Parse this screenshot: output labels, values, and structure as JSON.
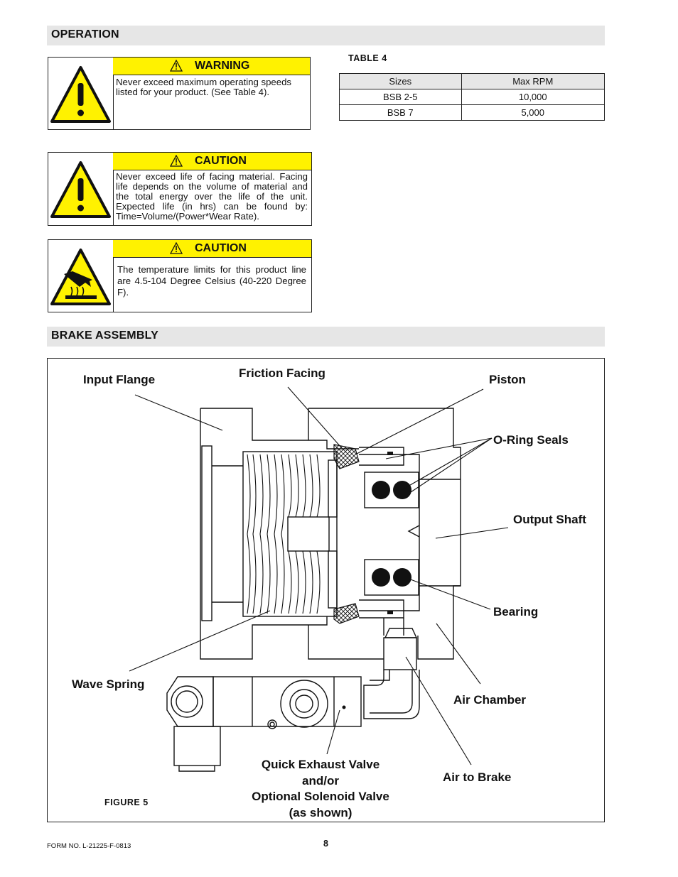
{
  "operation": {
    "title": "OPERATION"
  },
  "warning": {
    "label": "WARNING",
    "text": "Never exceed maximum operating speeds listed for your product.  (See Table 4)."
  },
  "caution1": {
    "label": "CAUTION",
    "text": "Never exceed life of facing material. Facing life depends on the volume of material and the total energy over the life of the unit. Expected life (in hrs) can be found by: Time=Volume/(Power*Wear Rate)."
  },
  "caution2": {
    "label": "CAUTION",
    "text": "The temperature limits for this product line are 4.5-104 Degree Celsius (40-220 Degree F)."
  },
  "table": {
    "caption": "TABLE  4",
    "headers": [
      "Sizes",
      "Max RPM"
    ],
    "rows": [
      [
        "BSB 2-5",
        "10,000"
      ],
      [
        "BSB 7",
        "5,000"
      ]
    ]
  },
  "brake_assembly": {
    "title": "BRAKE ASSEMBLY",
    "figure_caption": "FIGURE  5",
    "labels": {
      "input_flange": "Input Flange",
      "friction_facing": "Friction Facing",
      "piston": "Piston",
      "o_ring_seals": "O-Ring Seals",
      "output_shaft": "Output Shaft",
      "bearing": "Bearing",
      "wave_spring": "Wave Spring",
      "air_chamber": "Air Chamber",
      "quick_exhaust_1": "Quick Exhaust Valve",
      "quick_exhaust_2": "and/or",
      "quick_exhaust_3": "Optional Solenoid Valve",
      "quick_exhaust_4": "(as shown)",
      "air_to_brake": "Air to Brake"
    }
  },
  "footer": {
    "form_no": "FORM NO. L-21225-F-0813",
    "page": "8"
  }
}
